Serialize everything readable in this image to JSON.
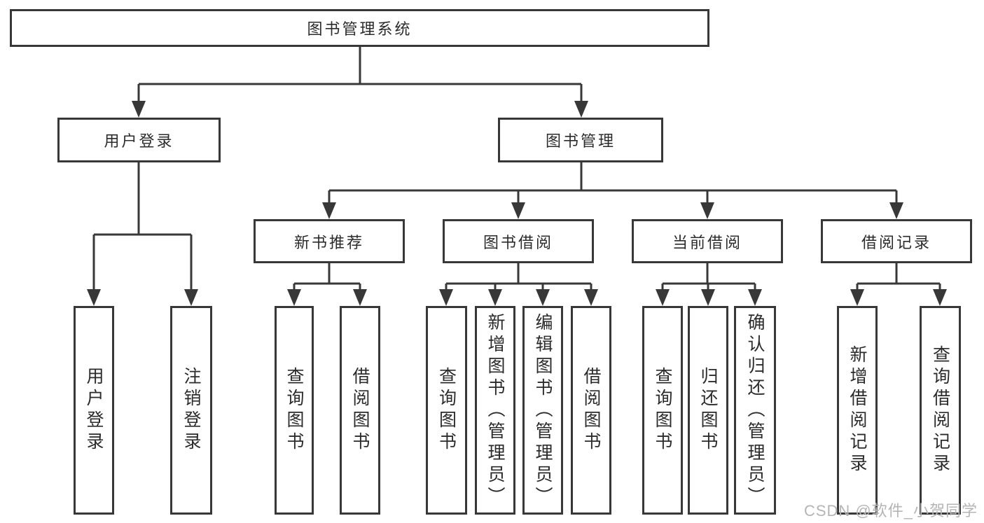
{
  "diagram": {
    "root": {
      "label": "图书管理系统"
    },
    "branches": [
      {
        "label": "用户登录",
        "children": [
          {
            "label": "用户登录"
          },
          {
            "label": "注销登录"
          }
        ]
      },
      {
        "label": "图书管理",
        "children": [
          {
            "label": "新书推荐",
            "children": [
              {
                "label": "查询图书"
              },
              {
                "label": "借阅图书"
              }
            ]
          },
          {
            "label": "图书借阅",
            "children": [
              {
                "label": "查询图书"
              },
              {
                "label": "新增图书（管理员）"
              },
              {
                "label": "编辑图书（管理员）"
              },
              {
                "label": "借阅图书"
              }
            ]
          },
          {
            "label": "当前借阅",
            "children": [
              {
                "label": "查询图书"
              },
              {
                "label": "归还图书"
              },
              {
                "label": "确认归还（管理员）"
              }
            ]
          },
          {
            "label": "借阅记录",
            "children": [
              {
                "label": "新增借阅记录"
              },
              {
                "label": "查询借阅记录"
              }
            ]
          }
        ]
      }
    ]
  },
  "watermark": {
    "text": "CSDN @软件_小贺同学"
  },
  "colors": {
    "line": "#383838",
    "box_border": "#383838",
    "text": "#2b2b2b",
    "background": "#ffffff",
    "watermark": "#b5b5b5"
  }
}
